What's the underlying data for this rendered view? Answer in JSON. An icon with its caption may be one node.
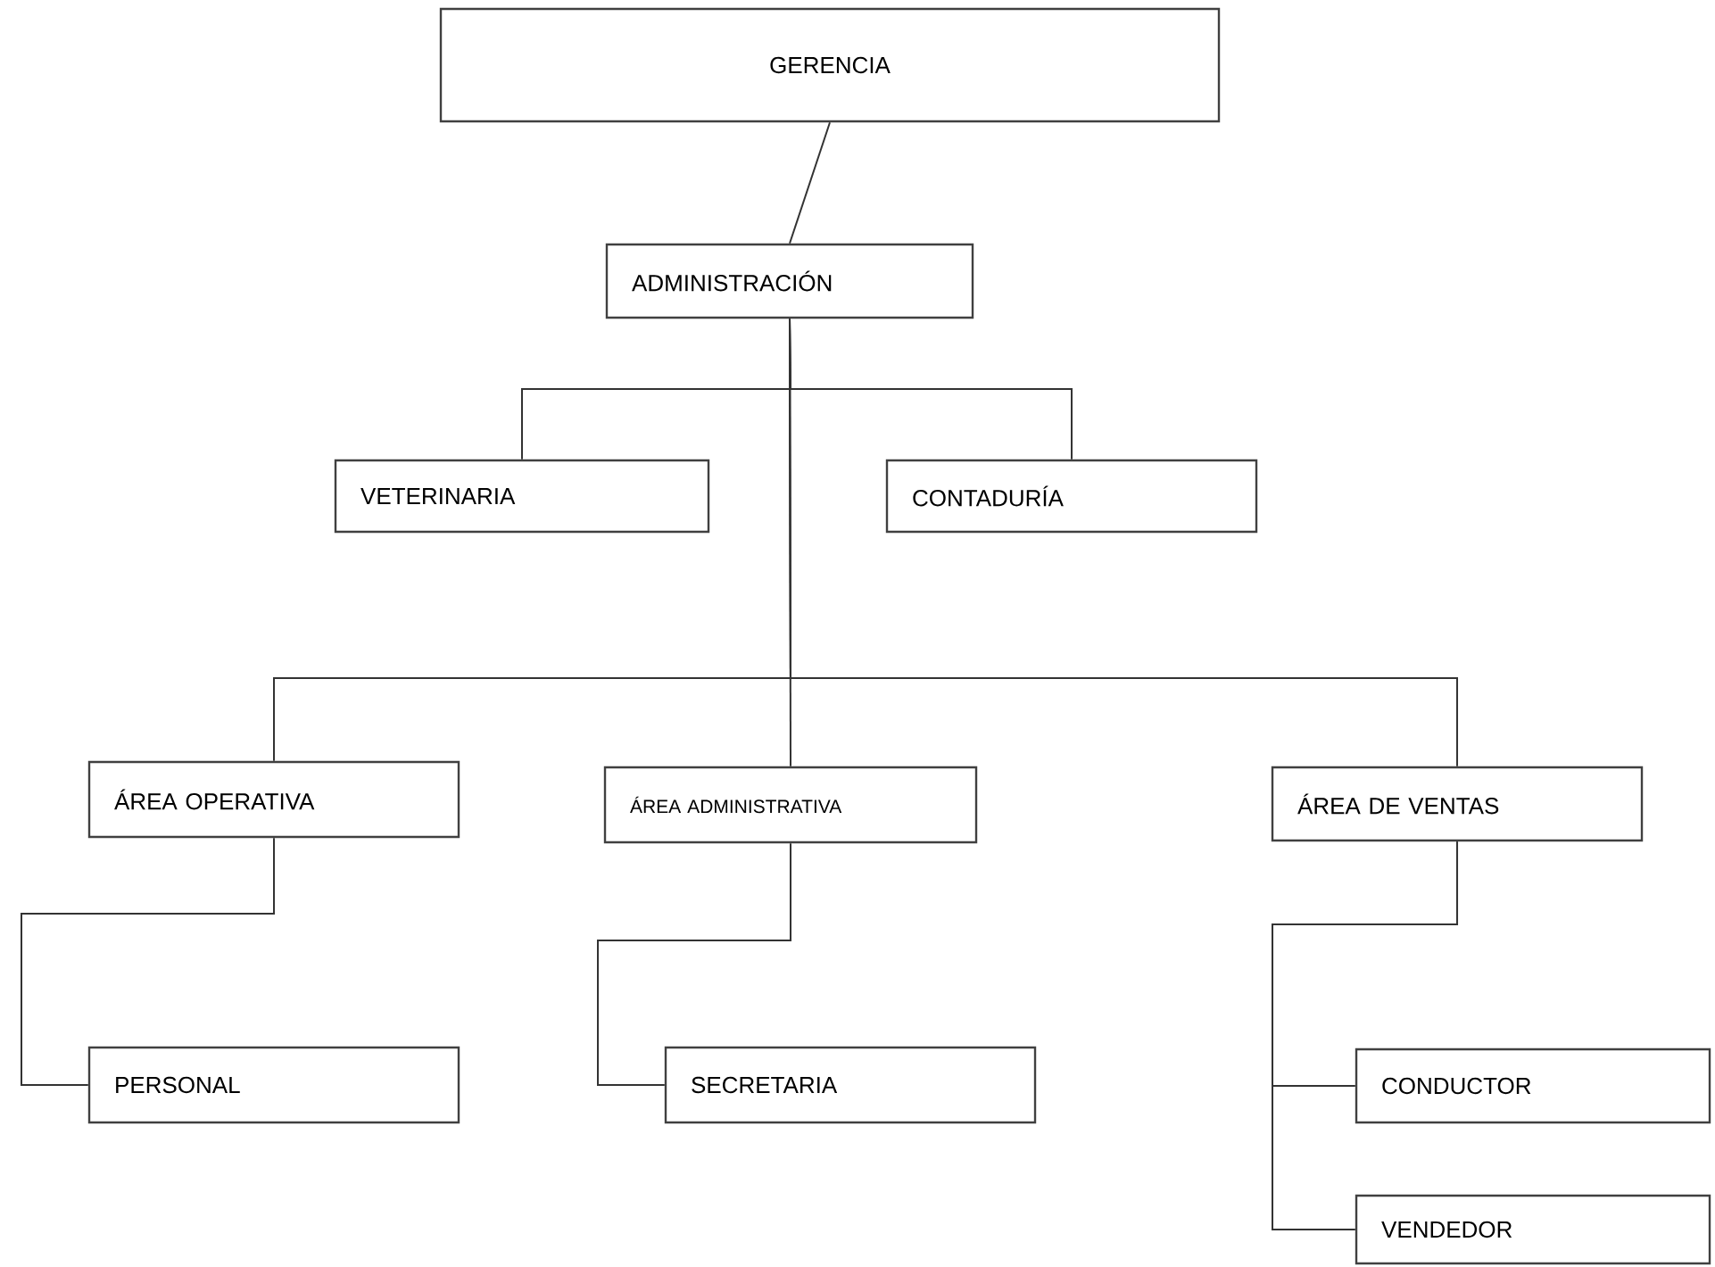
{
  "diagram": {
    "nodes": [
      {
        "text": [
          "GERENCIA"
        ]
      },
      {
        "text": [
          "ADMINISTRACIÓN"
        ]
      },
      {
        "text": [
          "VETERINARIA"
        ]
      },
      {
        "text": [
          "CONTADURÍA"
        ]
      },
      {
        "text": [
          "ÁREA OPERATIVA"
        ]
      },
      {
        "text": [
          "ÁREA ADMINISTRATIVA"
        ]
      },
      {
        "text": [
          "ÁREA DE VENTAS"
        ]
      },
      {
        "text": [
          "PERSONAL"
        ]
      },
      {
        "text": [
          "SECRETARIA"
        ]
      },
      {
        "text": [
          "CONDUCTOR"
        ]
      },
      {
        "text": [
          "VENDEDOR"
        ]
      }
    ],
    "edges": [
      {
        "from": 0,
        "to": 1,
        "arrow": "none"
      },
      {
        "from": 1,
        "to": 2,
        "arrow": "none"
      },
      {
        "from": 1,
        "to": 3,
        "arrow": "none"
      },
      {
        "from": 1,
        "to": 4,
        "arrow": "none"
      },
      {
        "from": 1,
        "to": 5,
        "arrow": "none"
      },
      {
        "from": 1,
        "to": 6,
        "arrow": "none"
      },
      {
        "from": 4,
        "to": 7,
        "arrow": "none"
      },
      {
        "from": 5,
        "to": 8,
        "arrow": "none"
      },
      {
        "from": 6,
        "to": 9,
        "arrow": "none"
      },
      {
        "from": 6,
        "to": 10,
        "arrow": "none"
      }
    ]
  }
}
